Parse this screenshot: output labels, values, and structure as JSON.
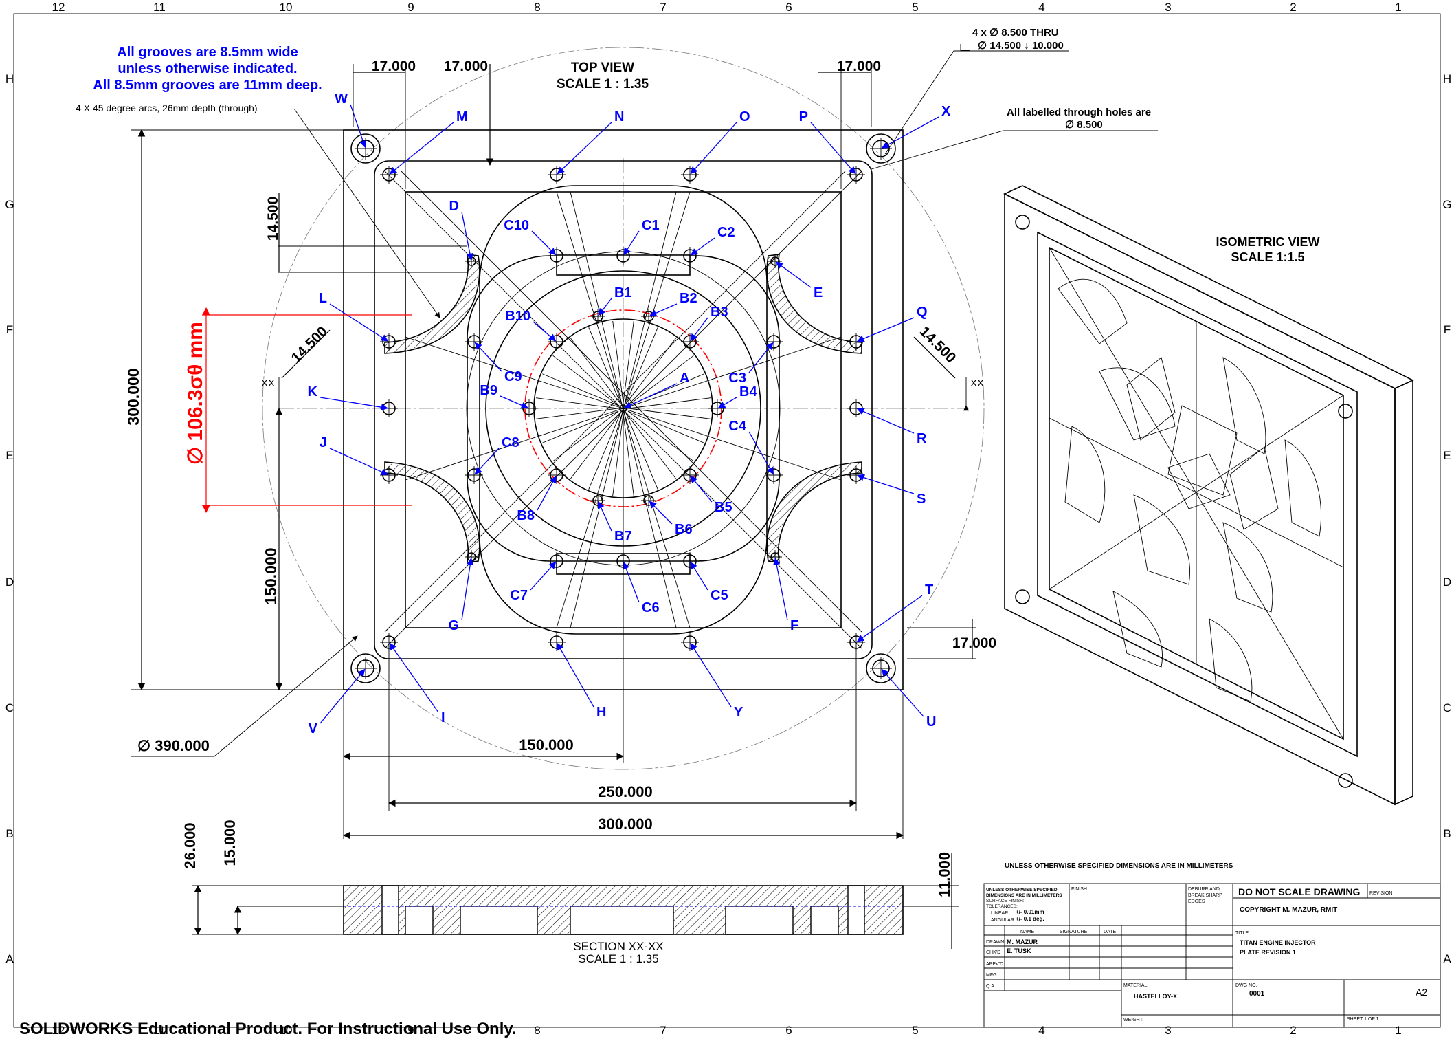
{
  "border": {
    "columns": [
      "12",
      "11",
      "10",
      "9",
      "8",
      "7",
      "6",
      "5",
      "4",
      "3",
      "2",
      "1"
    ],
    "rows": [
      "H",
      "G",
      "F",
      "E",
      "D",
      "C",
      "B",
      "A"
    ]
  },
  "notes": {
    "grooves_line1": "All grooves are 8.5mm wide",
    "grooves_line2": "unless otherwise indicated.",
    "grooves_line3": "All 8.5mm grooves are 11mm deep.",
    "arcs": "4 X 45 degree arcs, 26mm depth (through)",
    "holes_thru_line1": "4 x ∅ 8.500 THRU",
    "holes_thru_line2": "∅ 14.500 ↓ 10.000",
    "through_holes_line1": "All labelled through holes are",
    "through_holes_line2": "∅ 8.500",
    "red_dim": "∅ 106.3σθ mm"
  },
  "top_view": {
    "title": "TOP VIEW",
    "scale": "SCALE 1 : 1.35"
  },
  "iso_view": {
    "title": "ISOMETRIC VIEW",
    "scale": "SCALE 1:1.5"
  },
  "section": {
    "title": "SECTION XX-XX",
    "scale": "SCALE 1 : 1.35",
    "marker": "XX"
  },
  "dimensions": {
    "d17_a": "17.000",
    "d17_b": "17.000",
    "d17_c": "17.000",
    "d17_d": "17.000",
    "d14_5_a": "14.500",
    "d14_5_b": "14.500",
    "d14_5_c": "14.500",
    "d300_v": "300.000",
    "d150_v": "150.000",
    "d390": "∅ 390.000",
    "d150_h": "150.000",
    "d250_h": "250.000",
    "d300_h": "300.000",
    "d26": "26.000",
    "d15": "15.000",
    "d11": "11.000"
  },
  "hole_labels": {
    "W": "W",
    "M": "M",
    "N": "N",
    "O": "O",
    "P": "P",
    "X": "X",
    "D": "D",
    "E": "E",
    "C10": "C10",
    "C1": "C1",
    "C2": "C2",
    "L": "L",
    "Q": "Q",
    "B1": "B1",
    "B2": "B2",
    "B3": "B3",
    "B10": "B10",
    "C9": "C9",
    "C3": "C3",
    "A": "A",
    "B9": "B9",
    "B4": "B4",
    "K": "K",
    "R": "R",
    "C8": "C8",
    "C4": "C4",
    "J": "J",
    "S": "S",
    "B8": "B8",
    "B5": "B5",
    "B7": "B7",
    "B6": "B6",
    "C7": "C7",
    "C6": "C6",
    "C5": "C5",
    "G": "G",
    "F": "F",
    "T": "T",
    "V": "V",
    "I": "I",
    "H": "H",
    "Y": "Y",
    "U": "U"
  },
  "title_block": {
    "header_note": "UNLESS OTHERWISE SPECIFIED DIMENSIONS ARE IN MILLIMETERS",
    "spec_line1": "UNLESS OTHERWISE SPECIFIED:",
    "spec_line2": "DIMENSIONS ARE IN MILLIMETERS",
    "surface": "SURFACE FINISH:",
    "tolerances": "TOLERANCES:",
    "linear": "LINEAR:",
    "linear_val": "+/- 0.01mm",
    "angular": "ANGULAR:",
    "angular_val": "+/- 0.1 deg.",
    "finish": "FINISH:",
    "deburr_line1": "DEBURR AND",
    "deburr_line2": "BREAK SHARP",
    "deburr_line3": "EDGES",
    "do_not_scale": "DO NOT SCALE DRAWING",
    "revision": "REVISION",
    "copyright": "COPYRIGHT M. MAZUR, RMIT",
    "col_name": "NAME",
    "col_signature": "SIGNATURE",
    "col_date": "DATE",
    "drawn": "DRAWN",
    "drawn_name": "M. MAZUR",
    "chkd": "CHK'D",
    "chkd_name": "E. TUSK",
    "appvd": "APPV'D",
    "mfg": "MFG",
    "qa": "Q.A",
    "title_label": "TITLE:",
    "title_line1": "TITAN ENGINE INJECTOR",
    "title_line2": "PLATE REVISION 1",
    "material_label": "MATERIAL:",
    "material": "HASTELLOY-X",
    "dwg_label": "DWG NO.",
    "dwg_no": "0001",
    "size": "A2",
    "weight": "WEIGHT:",
    "sheet": "SHEET 1 OF 1"
  },
  "footer": {
    "edu": "SOLIDWORKS Educational Product. For Instructional Use Only."
  }
}
